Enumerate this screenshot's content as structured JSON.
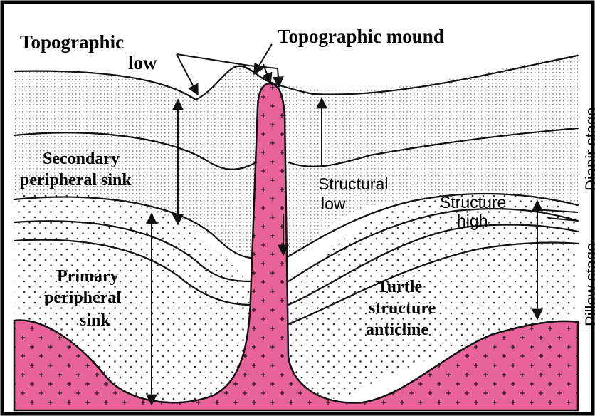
{
  "labels": {
    "topographic_low_line1": "Topographic",
    "topographic_low_line2": "low",
    "topographic_mound": "Topographic mound",
    "secondary_sink_line1": "Secondary",
    "secondary_sink_line2": "peripheral sink",
    "structural_low_line1": "Structural",
    "structural_low_line2": "low",
    "structure_high_line1": "Structure",
    "structure_high_line2": "high",
    "primary_sink_line1": "Primary",
    "primary_sink_line2": "peripheral",
    "primary_sink_line3": "sink",
    "turtle_line1": "Turtle",
    "turtle_line2": "structure",
    "turtle_line3": "anticline",
    "diapir_stage": "Diapir stage",
    "pillow_stage": "Pillow stage"
  },
  "colors": {
    "salt": "#e8639a",
    "salt_dots": "#1a1a1a",
    "sediment_dense": "#9a9a9a",
    "sediment_sparse": "#4a4a4a",
    "lines": "#111111"
  }
}
